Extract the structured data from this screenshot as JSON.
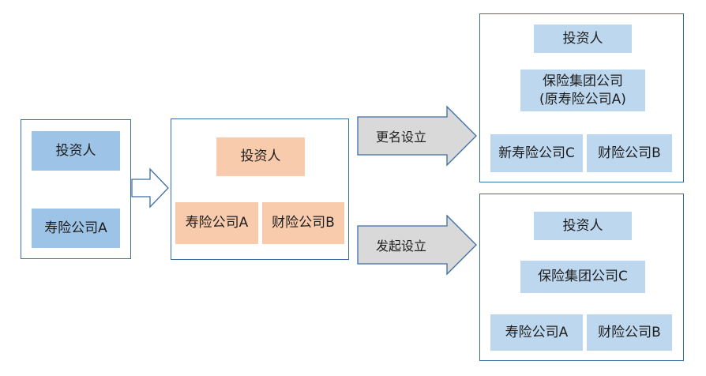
{
  "panel1": {
    "investor": "投资人",
    "life_a": "寿险公司A"
  },
  "panel2": {
    "investor": "投资人",
    "life_a": "寿险公司A",
    "property_b": "财险公司B"
  },
  "rename_path": {
    "label": "更名设立",
    "investor": "投资人",
    "group_line1": "保险集团公司",
    "group_line2": "(原寿险公司A)",
    "new_life_c": "新寿险公司C",
    "property_b": "财险公司B"
  },
  "initiate_path": {
    "label": "发起设立",
    "investor": "投资人",
    "group_c": "保险集团公司C",
    "life_a": "寿险公司A",
    "property_b": "财险公司B"
  },
  "colors": {
    "border": "#3c6ea5",
    "connector": "#5b9bd5",
    "node_blue": "#9dc3e6",
    "node_light_blue": "#bdd7ee",
    "node_peach": "#f8cbad",
    "arrow_gray": "#d9d9d9"
  }
}
